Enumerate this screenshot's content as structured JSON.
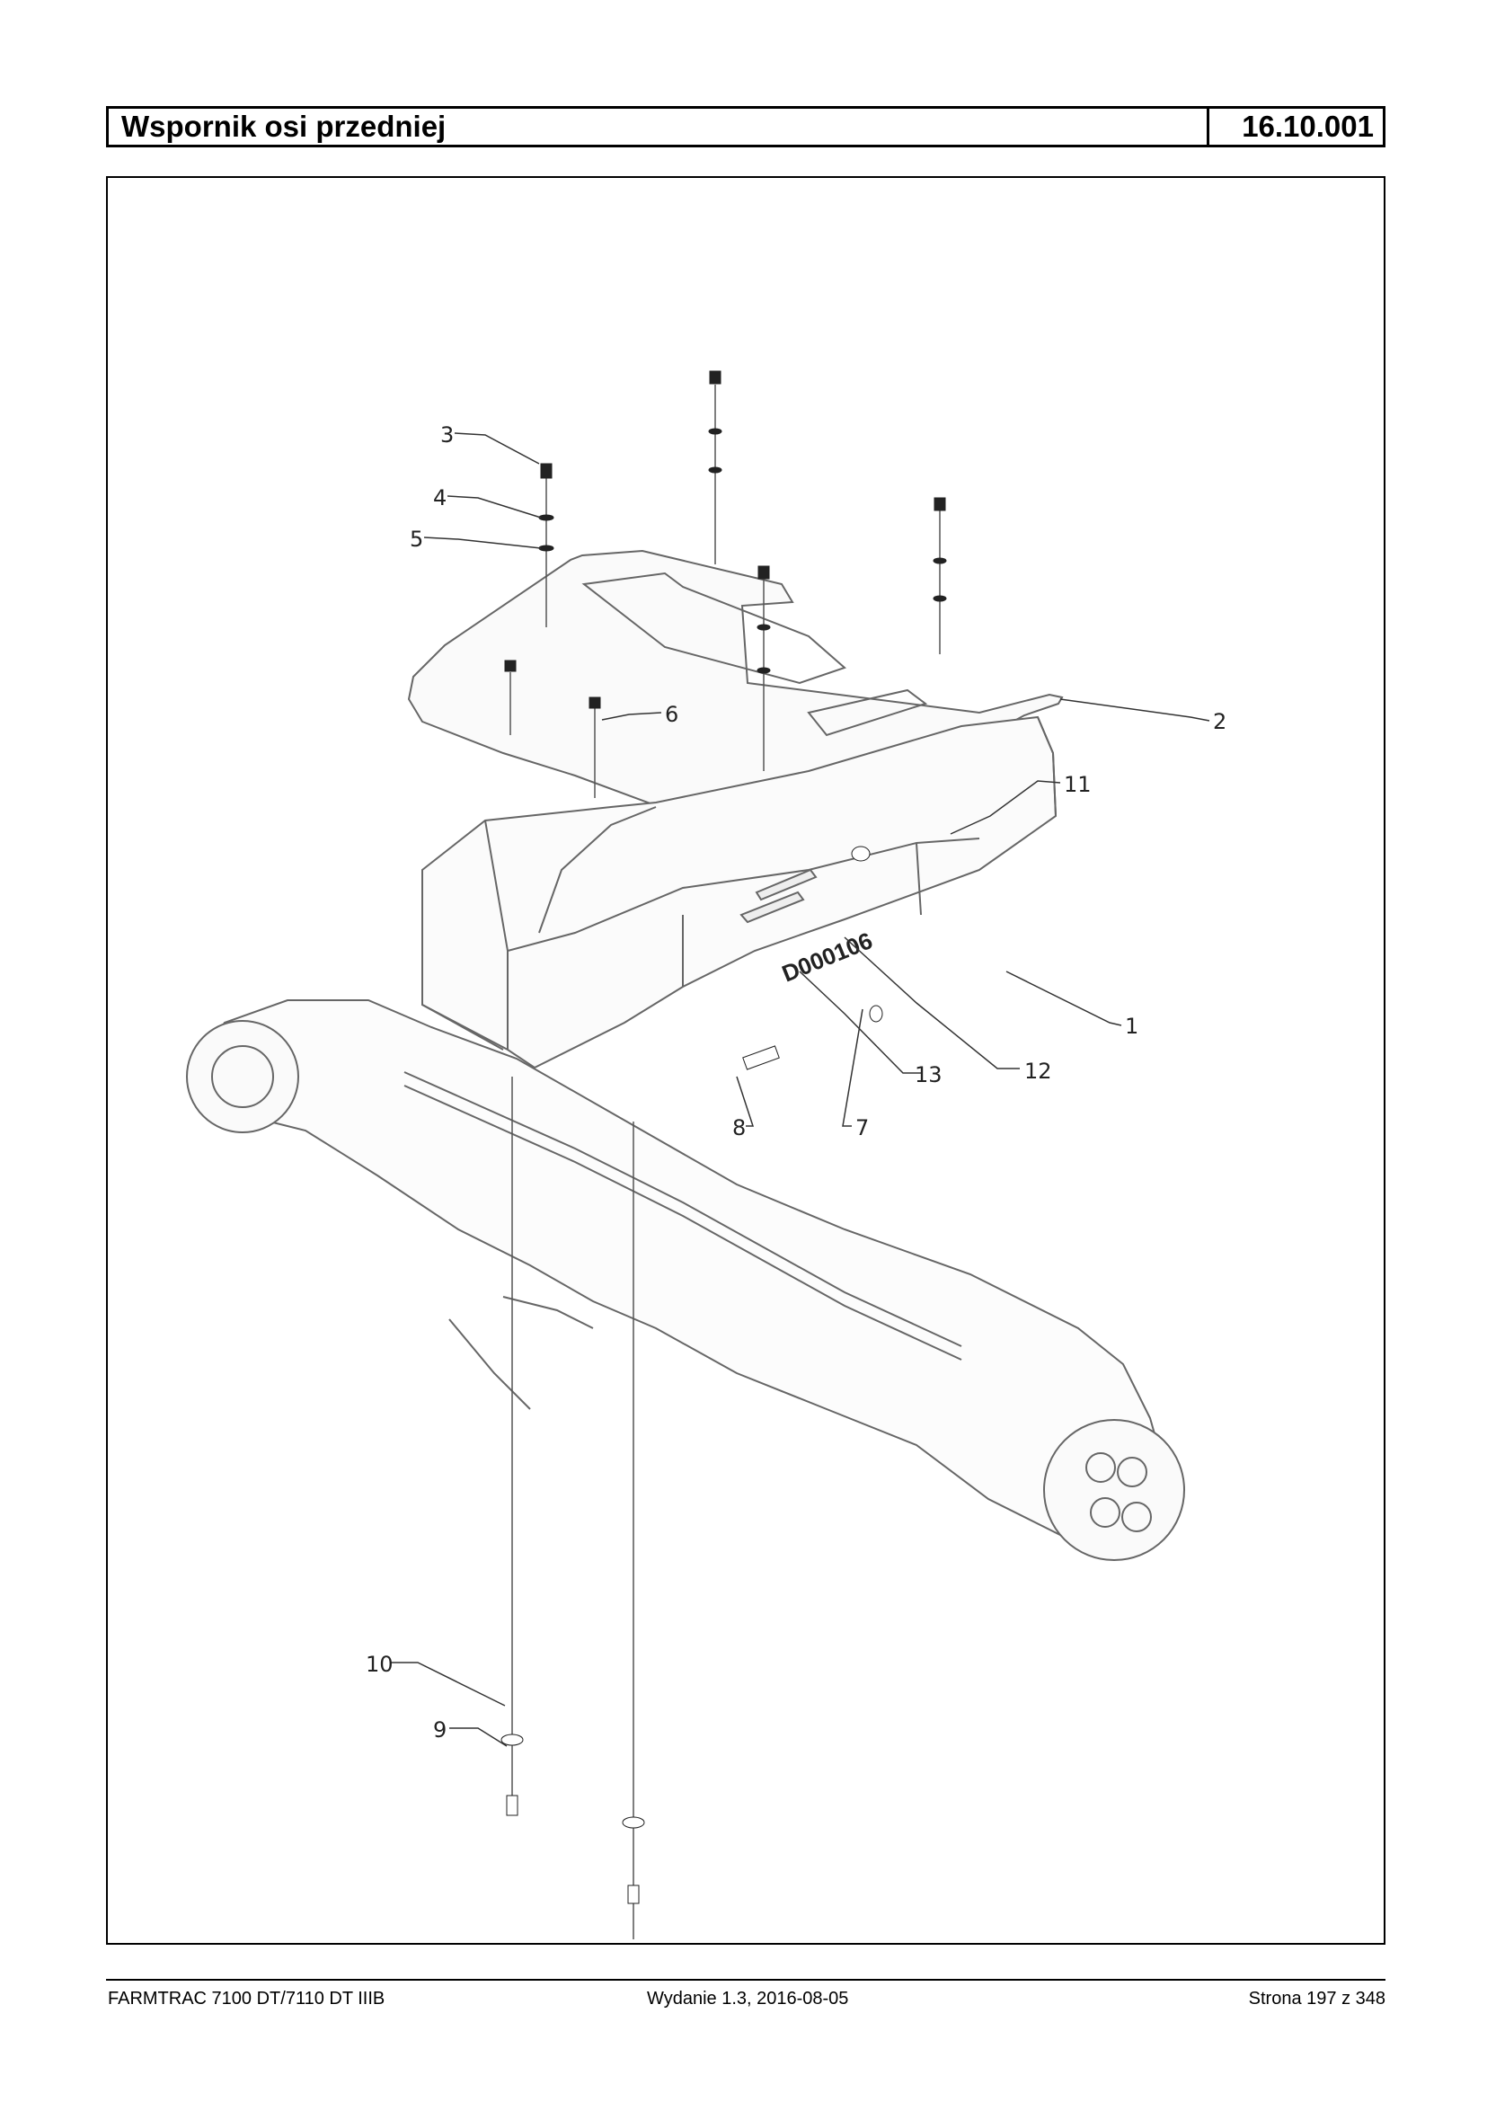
{
  "header": {
    "title": "Wspornik osi przedniej",
    "code": "16.10.001"
  },
  "stamp": "D000106",
  "callouts": [
    "1",
    "2",
    "3",
    "4",
    "5",
    "6",
    "7",
    "8",
    "9",
    "10",
    "11",
    "12",
    "13"
  ],
  "footer": {
    "left": "FARMTRAC 7100 DT/7110 DT IIIB",
    "center": "Wydanie 1.3,  2016-08-05",
    "right": "Strona 197 z 348"
  }
}
